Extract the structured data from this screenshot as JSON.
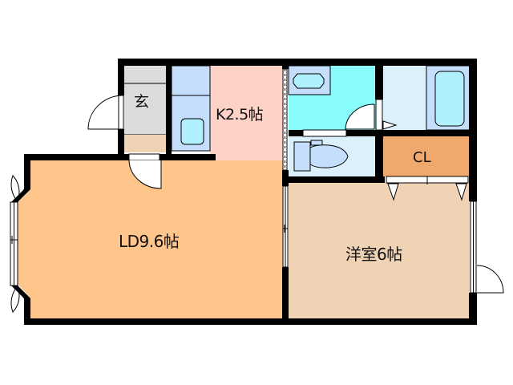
{
  "floor_plan": {
    "title": "1LDK floor plan",
    "rooms": [
      {
        "id": "genkan",
        "label": "玄",
        "meaning": "entrance"
      },
      {
        "id": "kitchen",
        "label": "K2.5帖",
        "type": "K",
        "size_jo": 2.5
      },
      {
        "id": "living_dining",
        "label": "LD9.6帖",
        "type": "LD",
        "size_jo": 9.6
      },
      {
        "id": "western_room",
        "label": "洋室6帖",
        "type": "Western-style room",
        "size_jo": 6
      },
      {
        "id": "closet",
        "label": "CL",
        "type": "closet"
      },
      {
        "id": "washroom",
        "label": "",
        "type": "washroom"
      },
      {
        "id": "bathroom",
        "label": "",
        "type": "bath"
      },
      {
        "id": "toilet",
        "label": "",
        "type": "toilet"
      }
    ],
    "colors": {
      "wall": "#000000",
      "genkan_floor": "#dcdcdc",
      "genkan_step": "#f0d2b4",
      "kitchen_counter": "#c4defc",
      "kitchen": "#ffd2c8",
      "living_dining": "#ffc68c",
      "western_room": "#f0d2b4",
      "closet": "#f0a86c",
      "washroom": "#88fcfc",
      "bath_anteroom": "#dcf0fc",
      "tub_area": "#c4defc",
      "fixture": "#b0f0fc",
      "toilet_room": "#dcf0fc",
      "toilet_fixture": "#c4defc"
    }
  }
}
